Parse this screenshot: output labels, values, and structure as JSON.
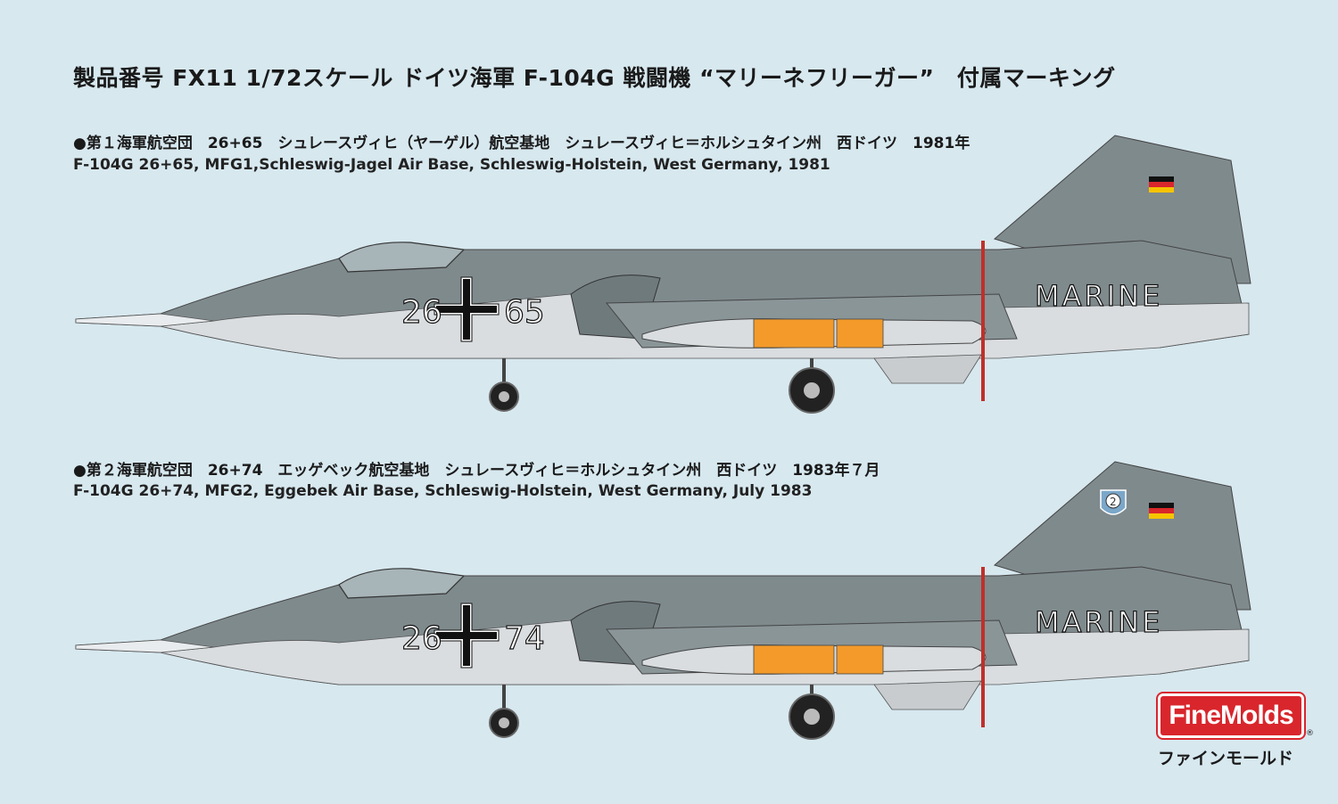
{
  "title": "製品番号 FX11 1/72スケール ドイツ海軍 F-104G 戦闘機 “マリーネフリーガー”　付属マーキング",
  "profiles": [
    {
      "caption_jp": "●第１海軍航空団　26+65　シュレースヴィヒ（ヤーゲル）航空基地　シュレースヴィヒ＝ホルシュタイン州　西ドイツ　1981年",
      "caption_en": "F-104G 26+65, MFG1,Schleswig-Jagel Air Base, Schleswig-Holstein, West Germany, 1981",
      "code_left": "26",
      "code_right": "65",
      "marine_text": "MARINE"
    },
    {
      "caption_jp": "●第２海軍航空団　26+74　エッゲベック航空基地　シュレースヴィヒ＝ホルシュタイン州　西ドイツ　1983年７月",
      "caption_en": "F-104G 26+74, MFG2, Eggebek Air Base, Schleswig-Holstein, West Germany, July 1983",
      "code_left": "26",
      "code_right": "74",
      "marine_text": "MARINE",
      "badge_number": "2"
    }
  ],
  "brand": {
    "logo_text": "FineMolds",
    "kana": "ファインモールド",
    "registered": "®"
  },
  "colors": {
    "background": "#d7e8ef",
    "upper_grey": "#7f8a8d",
    "lower_grey": "#d9dde0",
    "tank_orange": "#f39a2b",
    "brand_red": "#d8262c"
  }
}
